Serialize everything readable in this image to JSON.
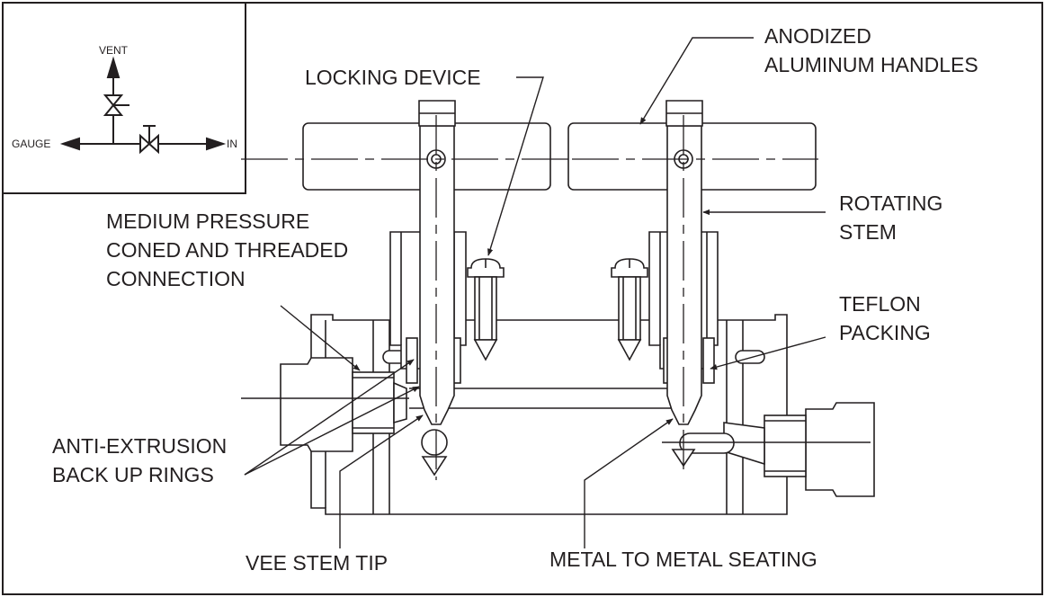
{
  "schematic": {
    "vent": "VENT",
    "gauge": "GAUGE",
    "in": "IN"
  },
  "labels": {
    "locking_device": "LOCKING DEVICE",
    "anodized_1": "ANODIZED",
    "anodized_2": "ALUMINUM HANDLES",
    "rotating_1": "ROTATING",
    "rotating_2": "STEM",
    "medium_1": "MEDIUM PRESSURE",
    "medium_2": "CONED AND THREADED",
    "medium_3": "CONNECTION",
    "teflon_1": "TEFLON",
    "teflon_2": "PACKING",
    "anti_1": "ANTI-EXTRUSION",
    "anti_2": "BACK UP RINGS",
    "vee": "VEE STEM TIP",
    "metal": "METAL TO METAL SEATING"
  },
  "colors": {
    "ink": "#231f20",
    "background": "#ffffff"
  }
}
